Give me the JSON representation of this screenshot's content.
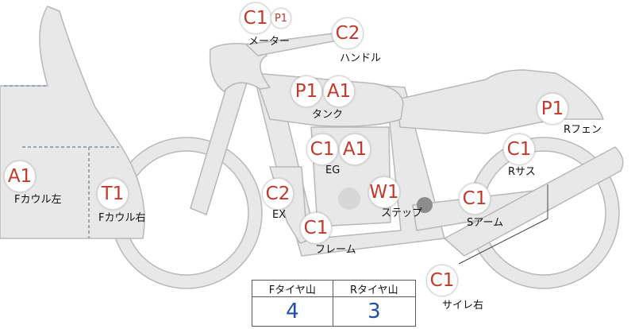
{
  "parts": {
    "meter": {
      "codes": [
        "C1",
        "P1"
      ],
      "label": "メーター"
    },
    "handle": {
      "codes": [
        "C2"
      ],
      "label": "ハンドル"
    },
    "tank": {
      "codes": [
        "P1",
        "A1"
      ],
      "label": "タンク"
    },
    "rear_fender": {
      "codes": [
        "P1"
      ],
      "label": "Rフェン"
    },
    "engine": {
      "codes": [
        "C1",
        "A1"
      ],
      "label": "EG"
    },
    "rear_susp": {
      "codes": [
        "C1"
      ],
      "label": "Rサス"
    },
    "f_cowl_left": {
      "codes": [
        "A1"
      ],
      "label": "Fカウル左"
    },
    "f_cowl_right": {
      "codes": [
        "T1"
      ],
      "label": "Fカウル右"
    },
    "exhaust": {
      "codes": [
        "C2"
      ],
      "label": "EX"
    },
    "step": {
      "codes": [
        "W1"
      ],
      "label": "ステップ"
    },
    "swingarm": {
      "codes": [
        "C1"
      ],
      "label": "Sアーム"
    },
    "frame": {
      "codes": [
        "C1"
      ],
      "label": "フレーム"
    },
    "muffler_r": {
      "codes": [
        "C1"
      ],
      "label": "サイレ右"
    }
  },
  "tyre_tread": {
    "front_label": "Fタイヤ山",
    "rear_label": "Rタイヤ山",
    "front_value": "4",
    "rear_value": "3"
  }
}
